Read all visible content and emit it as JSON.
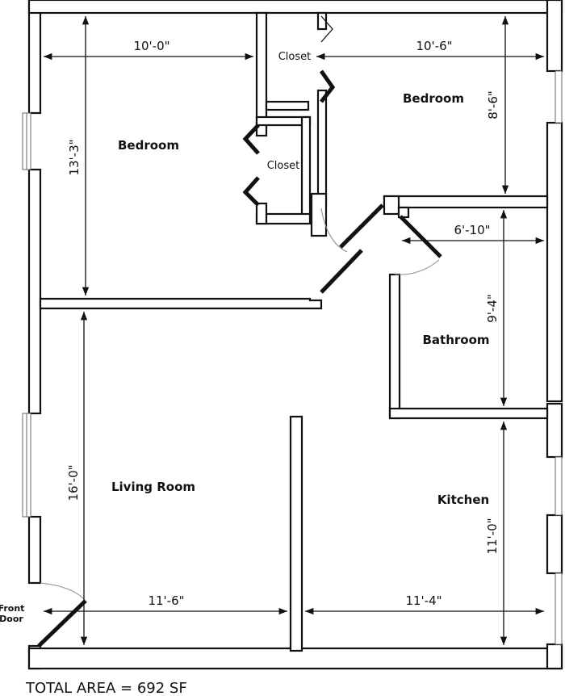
{
  "rooms": {
    "bedroom_1": "Bedroom",
    "bedroom_2": "Bedroom",
    "closet_1": "Closet",
    "closet_2": "Closet",
    "bathroom": "Bathroom",
    "living_room": "Living Room",
    "kitchen": "Kitchen"
  },
  "dimensions": {
    "bedroom_1_width": "10'-0\"",
    "bedroom_1_length": "13'-3\"",
    "bedroom_2_width": "10'-6\"",
    "bedroom_2_length": "8'-6\"",
    "bathroom_width": "6'-10\"",
    "bathroom_length": "9'-4\"",
    "living_room_length": "16'-0\"",
    "living_room_width": "11'-6\"",
    "kitchen_width": "11'-4\"",
    "kitchen_length": "11'-0\""
  },
  "labels": {
    "front_door_line1": "Front",
    "front_door_line2": "Door",
    "total_area": "TOTAL AREA = 692 SF"
  }
}
